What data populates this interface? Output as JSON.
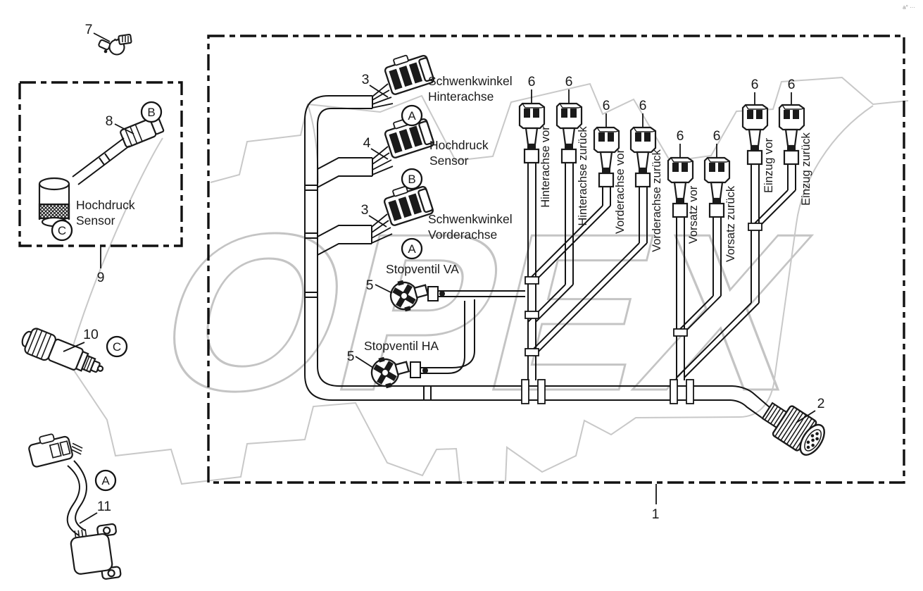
{
  "drawing": {
    "watermark_text": "OPEX",
    "corner_mark": "a° ···",
    "line_color": "#1a1a1a",
    "watermark_color": "#c4c4c4"
  },
  "parts": {
    "p1": "1",
    "p2": "2",
    "p3": "3",
    "p4": "4",
    "p5": "5",
    "p6": "6",
    "p7": "7",
    "p8": "8",
    "p9": "9",
    "p10": "10",
    "p11": "11"
  },
  "refs": {
    "a": "A",
    "b": "B",
    "c": "C"
  },
  "labels": {
    "schwenkwinkel": "Schwenkwinkel",
    "hinterachse": "Hinterachse",
    "vorderachse": "Vorderachse",
    "hochdruck": "Hochdruck",
    "sensor": "Sensor",
    "stopventil_va": "Stopventil VA",
    "stopventil_ha": "Stopventil HA"
  },
  "branch_labels": [
    "Hinterachse vor",
    "Hinterachse zurück",
    "Vorderachse vor",
    "Vorderachse zurück",
    "Vorsatz vor",
    "Vorsatz zurück",
    "Einzug vor",
    "Einzug zurück"
  ]
}
